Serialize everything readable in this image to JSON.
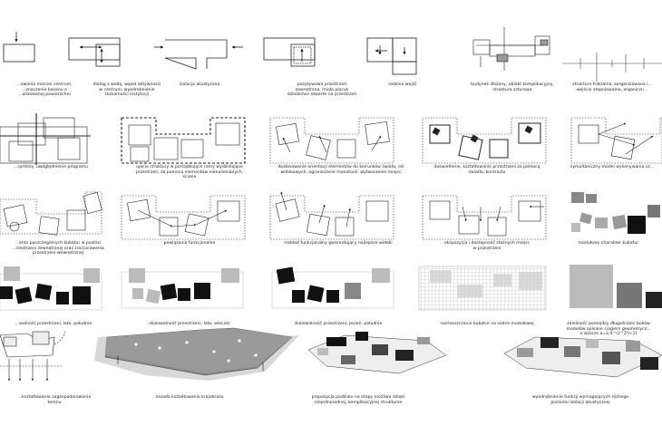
{
  "rows": [
    {
      "captions": [
        "...owania mocnei centrum,\n...znaczenie basenu o\n...alizowanej powierzchni",
        "dialog z wodą, wązeł aktywności\nw centrum, wyodrębnienie\ntożsamości instytucji",
        "izolacja akustyczna",
        "pozytywowa przestrzeń\nzewnętrzna, miała placyk\ndziedzińce otwarte na przestrzeń",
        "rodzina wejść",
        "budynek złożony, obiekt komplikacyjny,\nstruktura szturowa",
        "struktura fraktalna, zorganizowana i...\nwejście stopniowalne, organiczn..."
      ]
    },
    {
      "captions": [
        "...syntezy, uwzględnienie programu",
        "ujęcie struktury w porządkujące ramy wydzielające\nprzestrzeń, za pomocą elementów nienaśenianych,\nściana",
        "dostosowanie orientacji elementów do kierunków świata, ośi\nwidokowych, ograniczanie monotonii, wytworzenie miejsc",
        "doświetlenie, kształtowanie przestrzeni za pomocą\nświatła, kontrastu",
        "symultaniczny model wykonywania cz..."
      ]
    },
    {
      "captions": [
        "...entu poszczególnych kubatur w postaci\n...rzestrzeni zewnętrznej oraz zrożnicowania\nprzestrzeni wewnętrznej",
        "powiązania funkcjonalne",
        "rozkład funkcjonalny gwarantujący najlepsze widoki",
        "ekspozycja i dostępność stożnych miejsc\nw przestrzeni",
        "modułowy charakter kubatur"
      ]
    },
    {
      "captions": [
        "...walność przestrzeni, lato, południe",
        "skalowalność przestrzeni, lato, wieczór",
        "skalowalność przestrzeni, jesień, południe",
        "rozmieszczanie kubatur na siatce modułowej",
        "zależność pomiędzy długościami boków\nmodułów opisane ciągiem geometrycz...\no wzorze a=2,4^(2^2*n-1)"
      ]
    },
    {
      "captions": [
        "...kształtowanie zagospodarowania\nterenu",
        "zasada kształtowania krajobrazu",
        "propozycja podziału na etapy możliwa dzięki\nniejednorodnej, komplikacyjnej strukturze",
        "wyodrębnienie funkcji wymagających różnego\npoziomu izolacji akustycznej"
      ]
    }
  ]
}
